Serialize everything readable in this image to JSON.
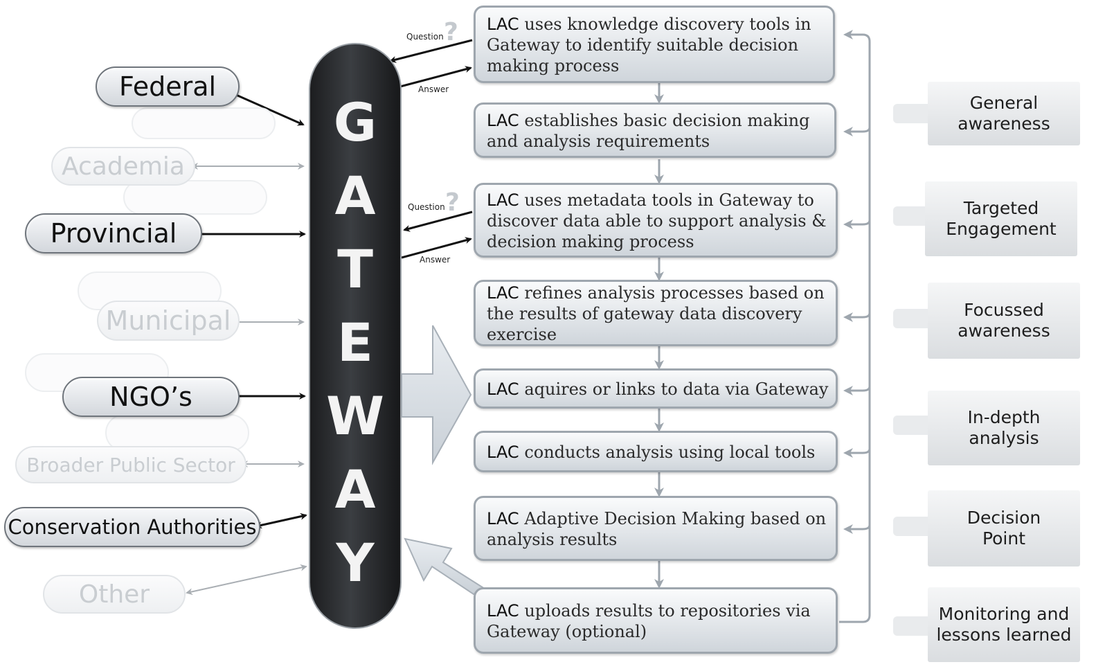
{
  "stakeholders": [
    {
      "label": "Federal",
      "state": "active"
    },
    {
      "label": "Academia",
      "state": "faded"
    },
    {
      "label": "Provincial",
      "state": "active"
    },
    {
      "label": "Municipal",
      "state": "faded"
    },
    {
      "label": "NGO’s",
      "state": "active"
    },
    {
      "label": "Broader Public Sector",
      "state": "faded"
    },
    {
      "label": "Conservation Authorities",
      "state": "active"
    },
    {
      "label": "Other",
      "state": "faded"
    }
  ],
  "gateway": {
    "letters": [
      "G",
      "A",
      "T",
      "E",
      "W",
      "A",
      "Y"
    ]
  },
  "qa": {
    "question": "Question",
    "answer": "Answer",
    "qmark": "?"
  },
  "steps": [
    {
      "actor": "LAC",
      "text": " uses knowledge discovery tools in Gateway to identify suitable decision making process"
    },
    {
      "actor": "LAC",
      "text": " establishes basic decision making and analysis requirements"
    },
    {
      "actor": "LAC",
      "text": " uses metadata tools in Gateway to discover data able to support analysis & decision making process"
    },
    {
      "actor": "LAC",
      "text": " refines analysis processes based on the results of gateway data discovery exercise"
    },
    {
      "actor": "LAC",
      "text": " aquires or links to data via Gateway"
    },
    {
      "actor": "LAC",
      "text": " conducts analysis using local tools"
    },
    {
      "actor": "LAC",
      "text": " Adaptive Decision Making based on analysis results"
    },
    {
      "actor": "LAC",
      "text": " uploads results to repositories via Gateway (optional)"
    }
  ],
  "stages": [
    {
      "line1": "General",
      "line2": "awareness"
    },
    {
      "line1": "Targeted",
      "line2": "Engagement"
    },
    {
      "line1": "Focussed",
      "line2": "awareness"
    },
    {
      "line1": "In-depth",
      "line2": "analysis"
    },
    {
      "line1": "Decision",
      "line2": "Point"
    },
    {
      "line1": "Monitoring and",
      "line2": "lessons learned"
    }
  ],
  "colors": {
    "active_arrow": "#111111",
    "faded_arrow": "#a9aeb3",
    "flow_arrow": "#9ea6ae",
    "pillar": "#2b2d30"
  }
}
